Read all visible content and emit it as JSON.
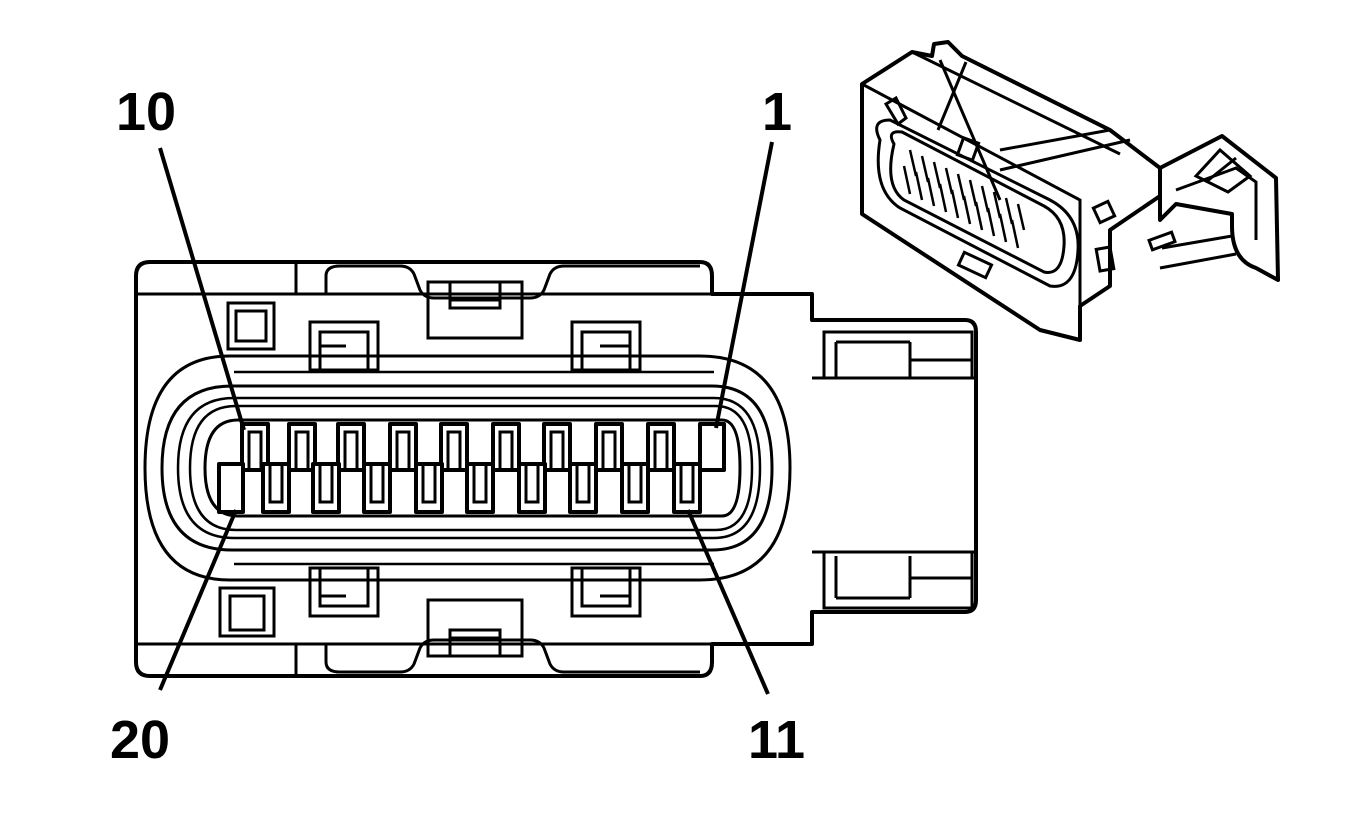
{
  "pin_labels": {
    "top_left": "10",
    "top_right": "1",
    "bottom_left": "20",
    "bottom_right": "11"
  },
  "colors": {
    "line": "#000000",
    "background": "#ffffff"
  }
}
